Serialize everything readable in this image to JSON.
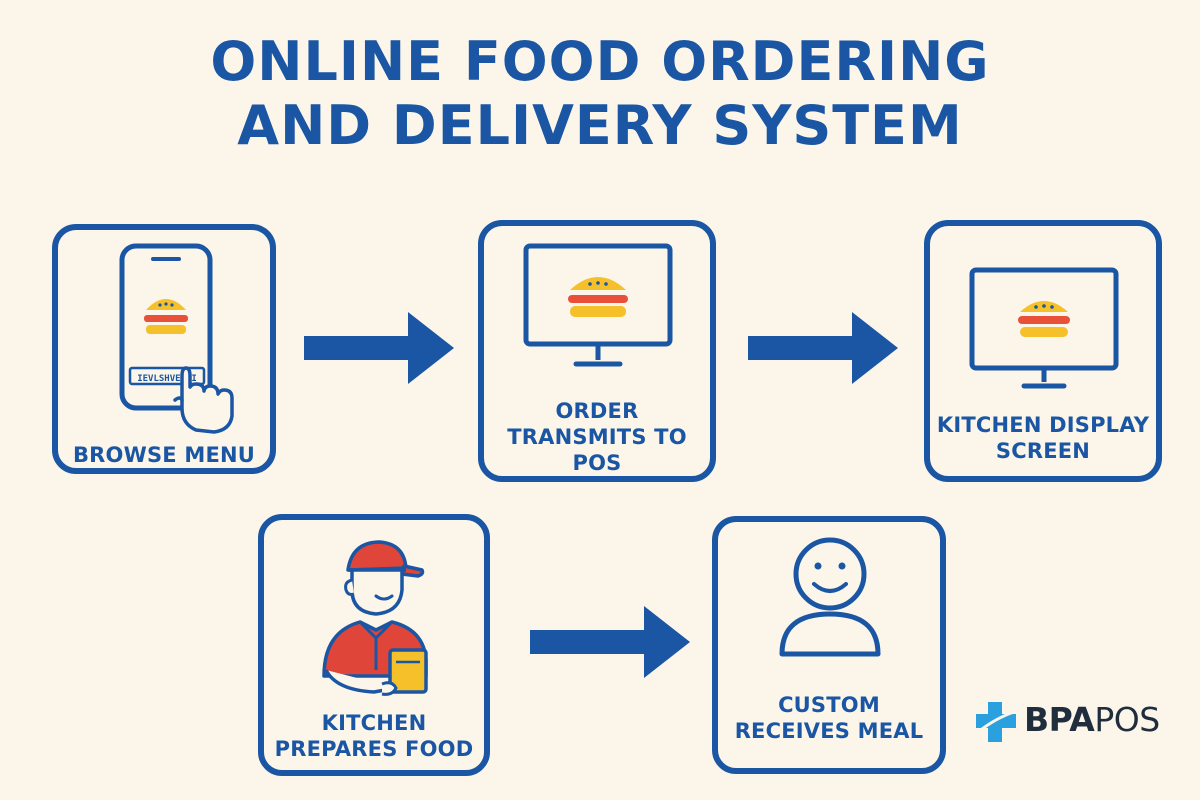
{
  "title": {
    "line1": "ONLINE FOOD ORDERING",
    "line2": "AND DELIVERY SYSTEM"
  },
  "steps": [
    {
      "label": "BROWSE MENU",
      "icon": "smartphone-burger-icon",
      "phone_text": "IEVLSHVEERI"
    },
    {
      "label_lines": [
        "ORDER",
        "TRANSMITS TO",
        "POS"
      ],
      "icon": "monitor-burger-icon"
    },
    {
      "label_lines": [
        "KITCHEN DISPLAY",
        "SCREEN"
      ],
      "icon": "monitor-burger-icon"
    },
    {
      "label_lines": [
        "KITCHEN",
        "PREPARES FOOD"
      ],
      "icon": "delivery-person-icon"
    },
    {
      "label_lines": [
        "CUSTOM",
        "RECEIVES MEAL"
      ],
      "icon": "smiling-person-icon"
    }
  ],
  "logo": {
    "bold": "BPA",
    "regular": "POS"
  },
  "colors": {
    "primary": "#1a56a3",
    "background": "#fbf5ea",
    "burger_bun": "#f5c02a",
    "burger_patty": "#e8503a",
    "cap_shirt": "#e0453a",
    "box": "#f5c02a",
    "logo_cross": "#2aa0df",
    "logo_text": "#1f2d3d"
  }
}
